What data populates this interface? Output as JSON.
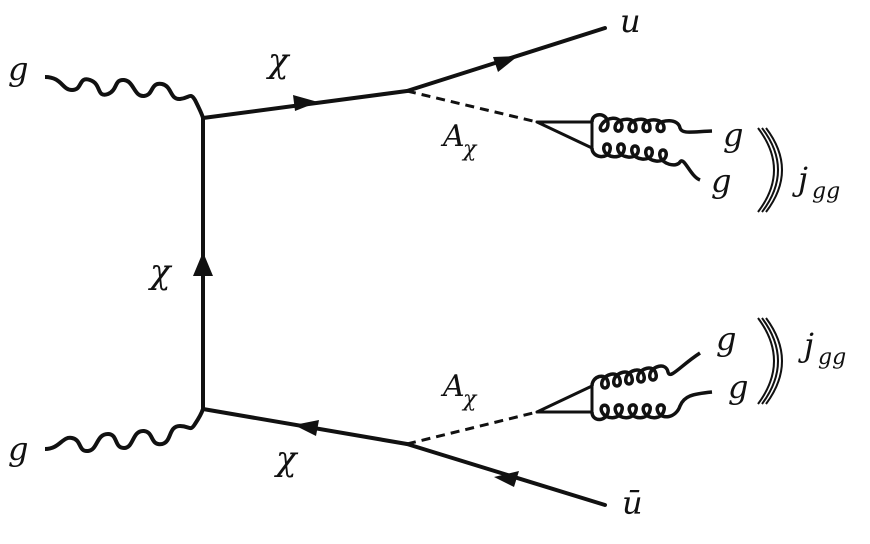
{
  "labels": {
    "g_in_top": "g",
    "g_in_bottom": "g",
    "chi_top": "χ",
    "chi_middle": "χ",
    "chi_bottom": "χ",
    "u_out": "u",
    "ubar_out": "ū",
    "a_chi_top": "A",
    "a_chi_top_sub": "χ",
    "a_chi_bottom": "A",
    "a_chi_bottom_sub": "χ",
    "g_top_1": "g",
    "g_top_2": "g",
    "g_bottom_1": "g",
    "g_bottom_2": "g",
    "jet_top": "j",
    "jet_top_sub": "gg",
    "jet_bottom": "j",
    "jet_bottom_sub": "gg"
  }
}
